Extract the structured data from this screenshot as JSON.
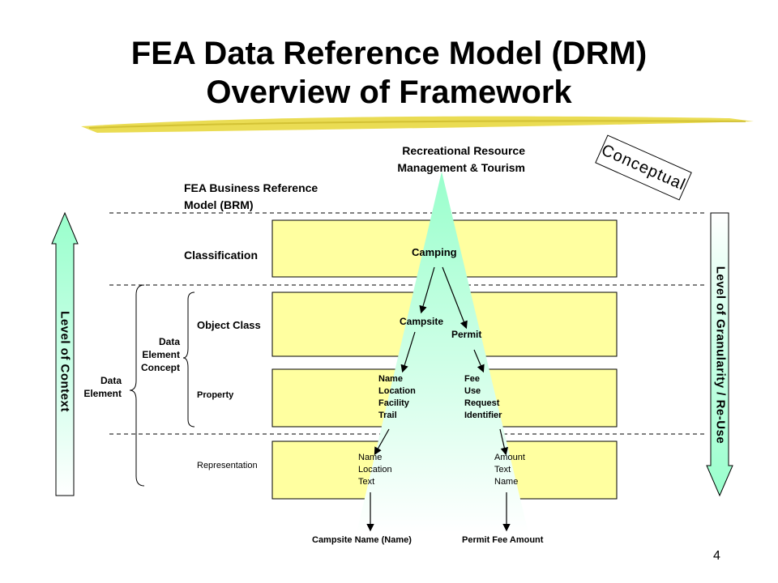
{
  "title": {
    "line1": "FEA Data Reference Model (DRM)",
    "line2": "Overview of Framework"
  },
  "apex_label": {
    "line1": "Recreational Resource",
    "line2": "Management & Tourism"
  },
  "conceptual_label": "Conceptual",
  "brm_label": {
    "line1": "FEA Business Reference",
    "line2": "Model (BRM)"
  },
  "levels": {
    "classification": "Classification",
    "object_class": "Object Class",
    "property": "Property",
    "representation": "Representation"
  },
  "brackets": {
    "data_element_concept": [
      "Data",
      "Element",
      "Concept"
    ],
    "data_element": [
      "Data",
      "Element"
    ]
  },
  "nodes": {
    "camping": "Camping",
    "campsite": "Campsite",
    "permit": "Permit",
    "campsite_properties": [
      "Name",
      "Location",
      "Facility",
      "Trail"
    ],
    "permit_properties": [
      "Fee",
      "Use",
      "Request",
      "Identifier"
    ],
    "campsite_representations": [
      "Name",
      "Location",
      "Text"
    ],
    "permit_representations": [
      "Amount",
      "Text",
      "Name"
    ]
  },
  "outputs": {
    "campsite": "Campsite Name (Name)",
    "permit": "Permit Fee Amount"
  },
  "left_arrow_label": "Level of Context",
  "right_arrow_label": "Level of Granularity / Re-Use",
  "page_number": "4",
  "colors": {
    "band_fill": "#FFFFA0",
    "arrow_green": "#99FFCC",
    "pyramid_top": "#99FFCC",
    "pyramid_bottom": "#FFFFFF",
    "brush": "#E8D840"
  }
}
